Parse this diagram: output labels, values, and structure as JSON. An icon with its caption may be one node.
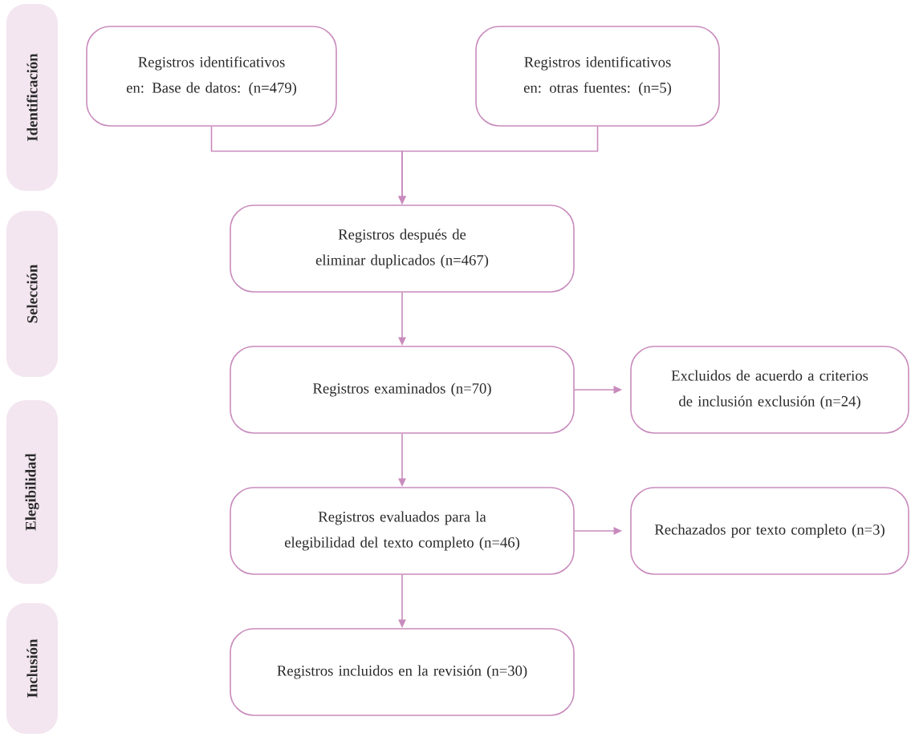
{
  "diagram": {
    "nodes": [
      {
        "text": [
          "Identificación"
        ]
      },
      {
        "text": [
          "Selección"
        ]
      },
      {
        "text": [
          "Elegibilidad"
        ]
      },
      {
        "text": [
          "Inclusión"
        ]
      },
      {
        "text": [
          "Registros identificativos en: Base de datos: (n=479)"
        ]
      },
      {
        "text": [
          "Registros identificativos en: otras fuentes: (n=5)"
        ]
      },
      {
        "text": [
          "Registros después de eliminar duplicados (n=467)"
        ]
      },
      {
        "text": [
          "Registros examinados (n=70)"
        ]
      },
      {
        "text": [
          "Excluidos de acuerdo a criterios de inclusión exclusión (n=24)"
        ]
      },
      {
        "text": [
          "Registros evaluados para la elegibilidad del texto completo (n=46)"
        ]
      },
      {
        "text": [
          "Rechazados por texto completo (n=3)"
        ]
      },
      {
        "text": [
          "Registros incluidos en la revisión (n=30)"
        ]
      }
    ],
    "edges": [
      {
        "from": 4,
        "to": 6,
        "arrow": "to"
      },
      {
        "from": 5,
        "to": 6,
        "arrow": "to"
      },
      {
        "from": 6,
        "to": 7,
        "arrow": "to"
      },
      {
        "from": 7,
        "to": 8,
        "arrow": "to"
      },
      {
        "from": 7,
        "to": 9,
        "arrow": "to"
      },
      {
        "from": 9,
        "to": 10,
        "arrow": "to"
      },
      {
        "from": 9,
        "to": 11,
        "arrow": "to"
      }
    ]
  }
}
